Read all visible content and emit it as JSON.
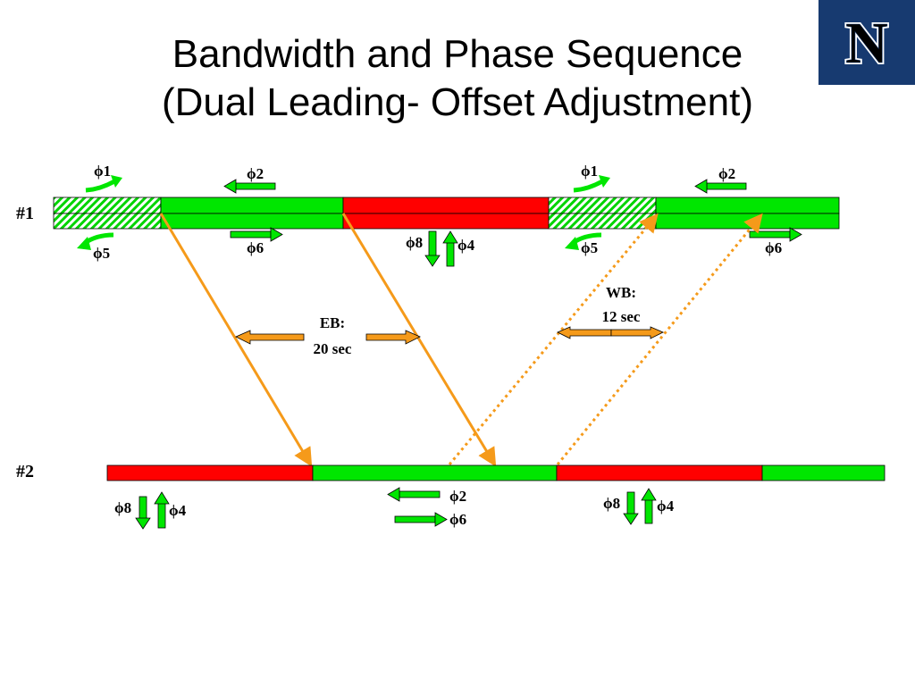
{
  "title": {
    "line1": "Bandwidth and Phase Sequence",
    "line2": "(Dual Leading- Offset Adjustment)"
  },
  "logo": {
    "letter": "N",
    "bg": "#173a70",
    "fg": "#ffffff"
  },
  "colors": {
    "green": "#00e600",
    "red": "#ff0000",
    "orange": "#f59a1a",
    "logo_navy": "#173a70"
  },
  "rows": {
    "row1_label": "#1",
    "row2_label": "#2"
  },
  "phases": {
    "p1": "ϕ1",
    "p2": "ϕ2",
    "p4": "ϕ4",
    "p5": "ϕ5",
    "p6": "ϕ6",
    "p8": "ϕ8"
  },
  "annotations": {
    "eb_label": "EB:",
    "eb_value": "20 sec",
    "wb_label": "WB:",
    "wb_value": "12 sec"
  }
}
